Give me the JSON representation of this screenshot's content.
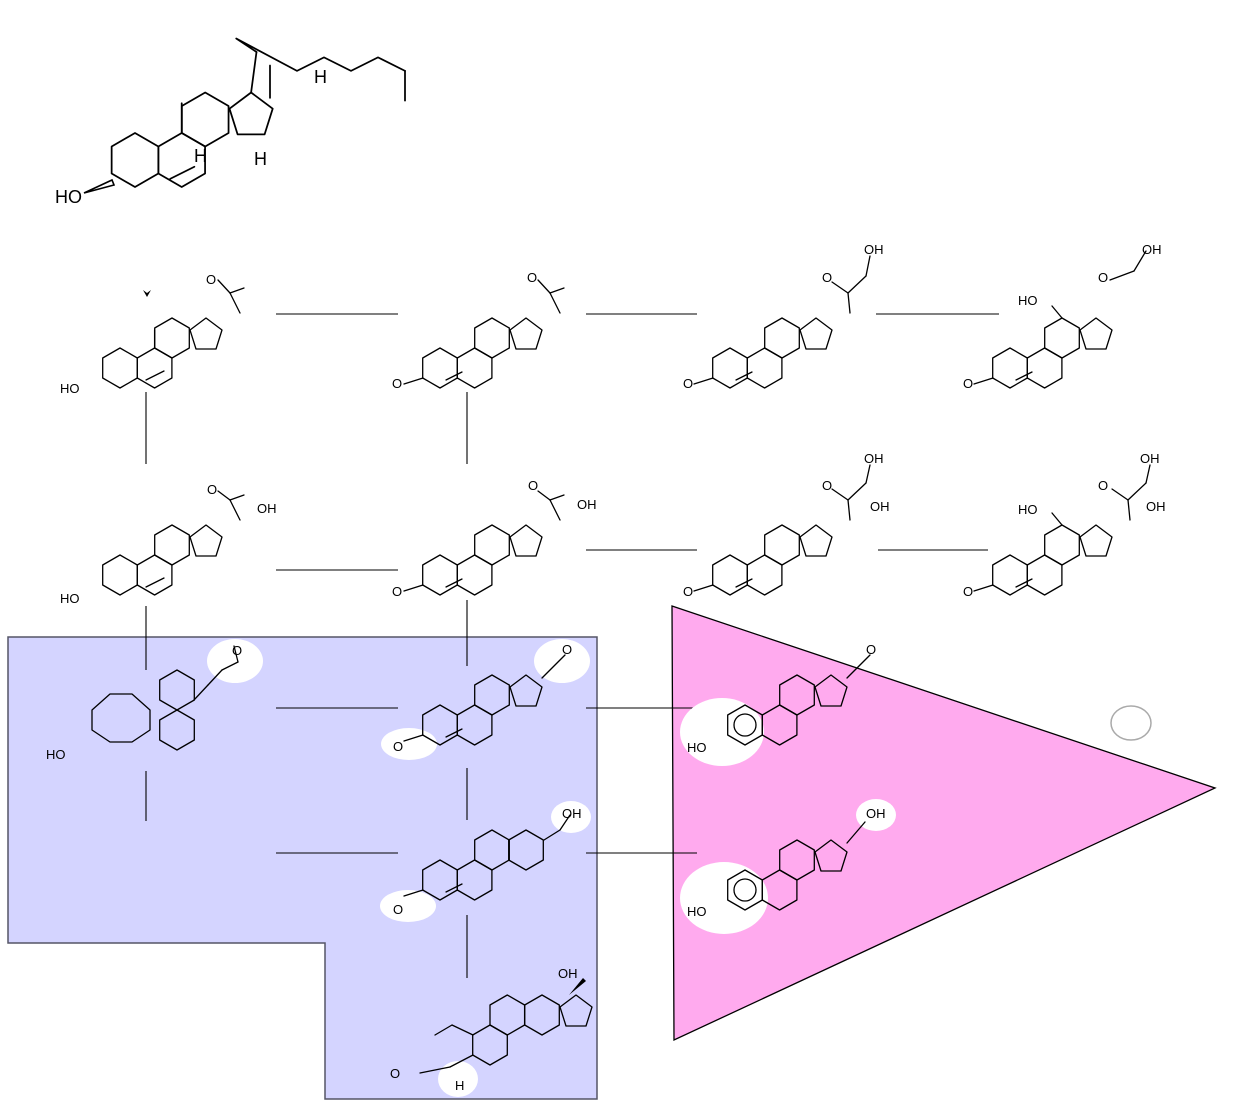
{
  "colors": {
    "region_blue_fill": "#d4d4ff",
    "region_blue_stroke": "#555566",
    "region_pink_fill": "#ffaaee",
    "region_pink_stroke": "#000000",
    "bond": "#000000",
    "highlight": "#ffffff",
    "marker_circle": "#aaaaaa"
  },
  "labels": {
    "cholesterol": {
      "ho": "HO",
      "h_side": "H",
      "h_ring_c": "H",
      "h_ring_d": "H"
    },
    "pregnenolone": {
      "ho": "HO",
      "o_keto": "O"
    },
    "progesterone": {
      "o_ring": "O",
      "o_keto": "O"
    },
    "deoxycorticosterone": {
      "o_ring": "O",
      "o_keto": "O",
      "oh": "OH"
    },
    "corticosterone": {
      "ho": "HO",
      "o_ring": "O",
      "o_keto": "O",
      "oh": "OH"
    },
    "hydroxypregnenolone": {
      "ho": "HO",
      "o_keto": "O",
      "oh": "OH"
    },
    "hydroxyprogesterone": {
      "o_ring": "O",
      "o_keto": "O",
      "oh": "OH"
    },
    "deoxycortisol": {
      "o_ring": "O",
      "o_keto": "O",
      "oh_top": "OH",
      "oh_17": "OH"
    },
    "cortisol": {
      "ho": "HO",
      "o_ring": "O",
      "o_keto": "O",
      "oh_top": "OH",
      "oh_17": "OH"
    },
    "dhea": {
      "ho": "HO",
      "o_aldehyde": "O"
    },
    "androstenedione": {
      "o_ring": "O",
      "o_17": "O"
    },
    "testosterone": {
      "o_ring": "O",
      "oh": "OH"
    },
    "dihydro": {
      "oh": "OH",
      "o_aldehyde": "O",
      "h": "H"
    },
    "estrone": {
      "ho": "HO",
      "o_17": "O"
    },
    "estradiol": {
      "ho": "HO",
      "oh": "OH"
    }
  }
}
